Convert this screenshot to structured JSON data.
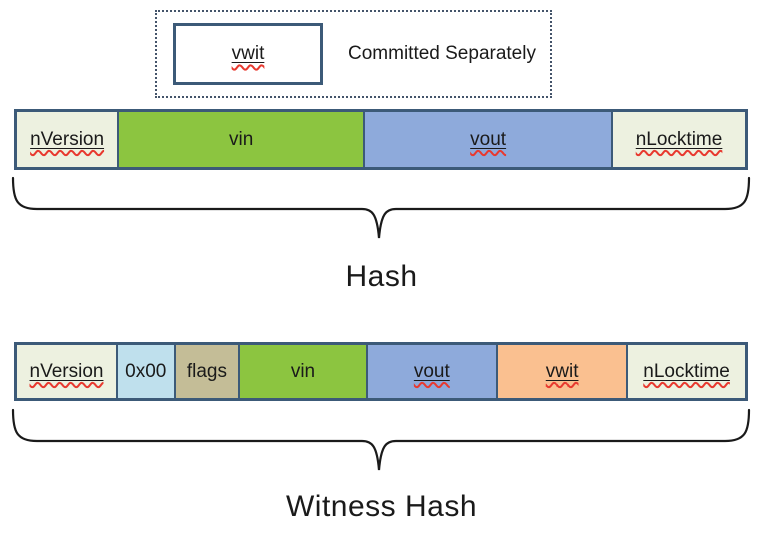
{
  "colors": {
    "border": "#3C5A78",
    "dotted": "#44546A",
    "text": "#1A1A1A",
    "squiggle": "#E8392F",
    "light": "#EDF1E0",
    "green": "#8CC540",
    "blue": "#8EAADB",
    "orange": "#FAC090",
    "lightblue": "#BFE0ED",
    "tan": "#C4BD97"
  },
  "legend": {
    "box_label": "vwit",
    "caption": "Committed Separately"
  },
  "diagrams": [
    {
      "id": "hash",
      "label": "Hash",
      "cells": [
        {
          "text": "nVersion",
          "color": "light",
          "width": 13.76,
          "misspelled": true
        },
        {
          "text": "vin",
          "color": "green",
          "width": 33.79,
          "misspelled": false
        },
        {
          "text": "vout",
          "color": "blue",
          "width": 34.06,
          "misspelled": true
        },
        {
          "text": "nLocktime",
          "color": "light",
          "width": 18.39,
          "misspelled": true
        }
      ]
    },
    {
      "id": "witness-hash",
      "label": "Witness Hash",
      "cells": [
        {
          "text": "nVersion",
          "color": "light",
          "width": 13.6,
          "misspelled": true
        },
        {
          "text": "0x00",
          "color": "lightblue",
          "width": 7.9,
          "misspelled": false
        },
        {
          "text": "flags",
          "color": "tan",
          "width": 8.9,
          "misspelled": false
        },
        {
          "text": "vin",
          "color": "green",
          "width": 17.5,
          "misspelled": false
        },
        {
          "text": "vout",
          "color": "blue",
          "width": 17.9,
          "misspelled": true
        },
        {
          "text": "vwit",
          "color": "orange",
          "width": 17.9,
          "misspelled": true
        },
        {
          "text": "nLocktime",
          "color": "light",
          "width": 16.3,
          "misspelled": true
        }
      ]
    }
  ]
}
